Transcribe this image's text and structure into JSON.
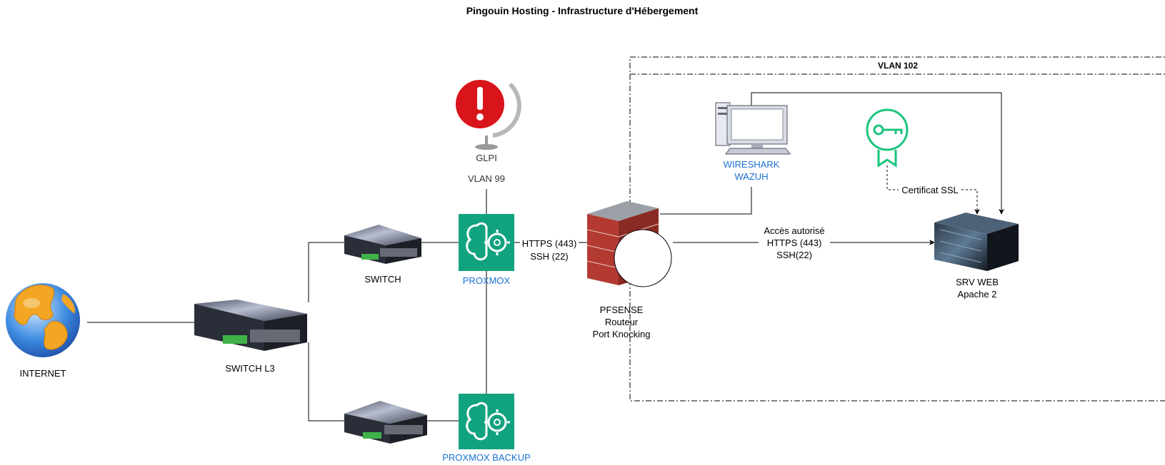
{
  "title": "Pingouin Hosting - Infrastructure d'Hébergement",
  "vlan_group": {
    "label": "VLAN 102"
  },
  "nodes": {
    "internet": {
      "label": "INTERNET"
    },
    "switch_l3": {
      "label": "SWITCH L3"
    },
    "switch": {
      "label": "SWITCH"
    },
    "switch_bottom": {
      "label": ""
    },
    "proxmox": {
      "label": "PROXMOX",
      "color": "#1a6fcf"
    },
    "proxmox_backup": {
      "label": "PROXMOX BACKUP",
      "color": "#1a6fcf"
    },
    "glpi": {
      "label": "GLPI",
      "sub": "VLAN 99"
    },
    "pfsense": {
      "lines": [
        "PFSENSE",
        "Routeur",
        "Port Knocking"
      ]
    },
    "wireshark": {
      "lines": [
        "WIRESHARK",
        "WAZUH"
      ],
      "color": "#1a6fcf"
    },
    "srv_web": {
      "lines": [
        "SRV WEB",
        "Apache 2"
      ]
    },
    "ssl": {
      "label": "Certificat SSL"
    }
  },
  "edges": {
    "proxmox_pfsense": {
      "lines": [
        "HTTPS (443)",
        "SSH (22)"
      ]
    },
    "pfsense_srv": {
      "lines": [
        "Accès autorisé",
        "HTTPS (443)",
        "SSH(22)"
      ]
    }
  },
  "colors": {
    "aws_teal": "#11a37f",
    "alert_red": "#d9141b",
    "brick": "#b33a32",
    "ssl_green": "#1bc47d",
    "label_blue": "#1a6fcf"
  }
}
